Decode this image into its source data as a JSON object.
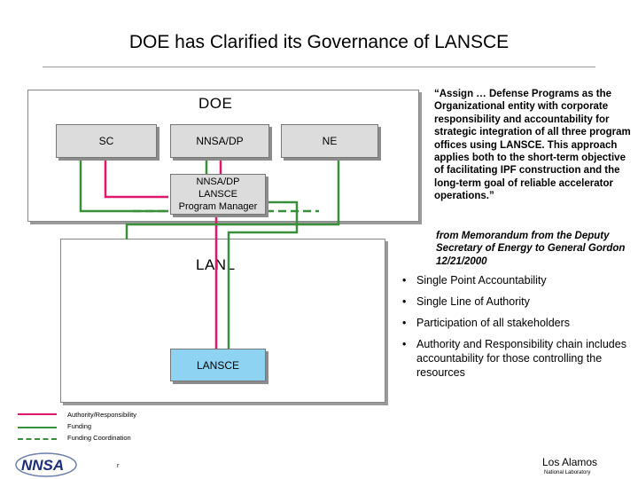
{
  "title": "DOE has Clarified its Governance of LANSCE",
  "doe_box": {
    "label": "DOE"
  },
  "lanl_box": {
    "label": "LANL"
  },
  "nodes": {
    "sc": "SC",
    "nnsa_dp": "NNSA/DP",
    "ne": "NE",
    "program_manager": "NNSA/DP\nLANSCE\nProgram Manager",
    "lansce": "LANSCE"
  },
  "quote": "“Assign … Defense Programs as the Organizational entity with corporate responsibility and accountability for strategic integration of  all three program offices using LANSCE. This approach applies both to the short-term objective of facilitating IPF construction and the long-term goal of reliable accelerator operations.”",
  "citation": "from Memorandum from the Deputy Secretary of Energy to General Gordon 12/21/2000",
  "bullets": [
    "Single Point Accountability",
    "Single Line of Authority",
    "Participation of all stakeholders",
    "Authority and Responsibility chain includes accountability for those controlling the resources"
  ],
  "legend": [
    {
      "label": "Authority/Responsibility",
      "color": "#e0186c",
      "style": "solid"
    },
    {
      "label": "Funding",
      "color": "#3a8f3a",
      "style": "solid"
    },
    {
      "label": "Funding Coordination",
      "color": "#3a8f3a",
      "style": "dashed"
    }
  ],
  "colors": {
    "authority": "#e0186c",
    "funding": "#3a8f3a",
    "node_gray": "#dcdcdc",
    "node_blue": "#8fd3f2"
  },
  "footer": {
    "org": "Los Alamos",
    "org_sub": "National Laboratory",
    "page_mark": "r",
    "logo_icon": "nnsa-logo-icon"
  }
}
